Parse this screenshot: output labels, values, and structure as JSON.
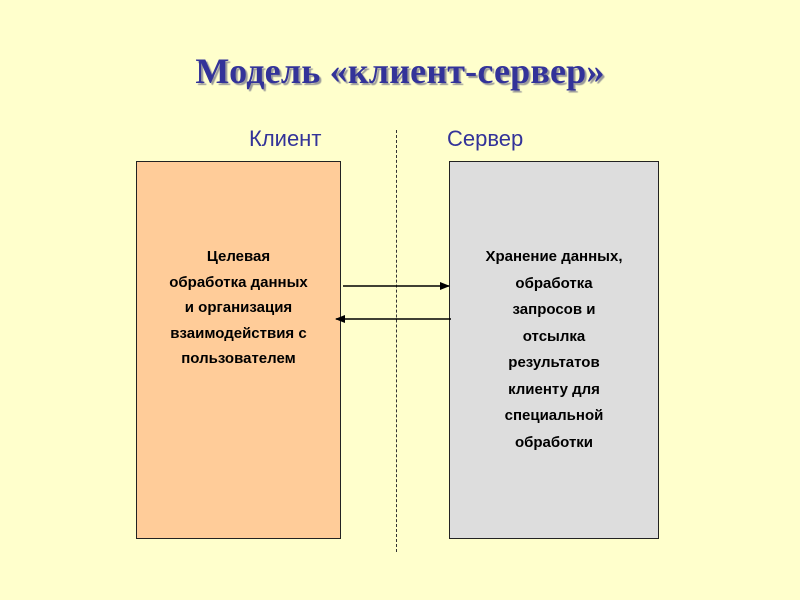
{
  "title": "Модель «клиент-сервер»",
  "columns": {
    "client_label": "Клиент",
    "server_label": "Сервер"
  },
  "client_box": {
    "text": "Целевая\nобработка данных\nи организация\nвзаимодействия с\nпользователем"
  },
  "server_box": {
    "text": "Хранение данных,\nобработка\nзапросов и\nотсылка\nрезультатов\nклиенту для\nспециальной\nобработки"
  },
  "colors": {
    "background": "#FFFFCC",
    "title": "#333399",
    "client_fill": "#FFCC99",
    "server_fill": "#DDDDDD"
  }
}
